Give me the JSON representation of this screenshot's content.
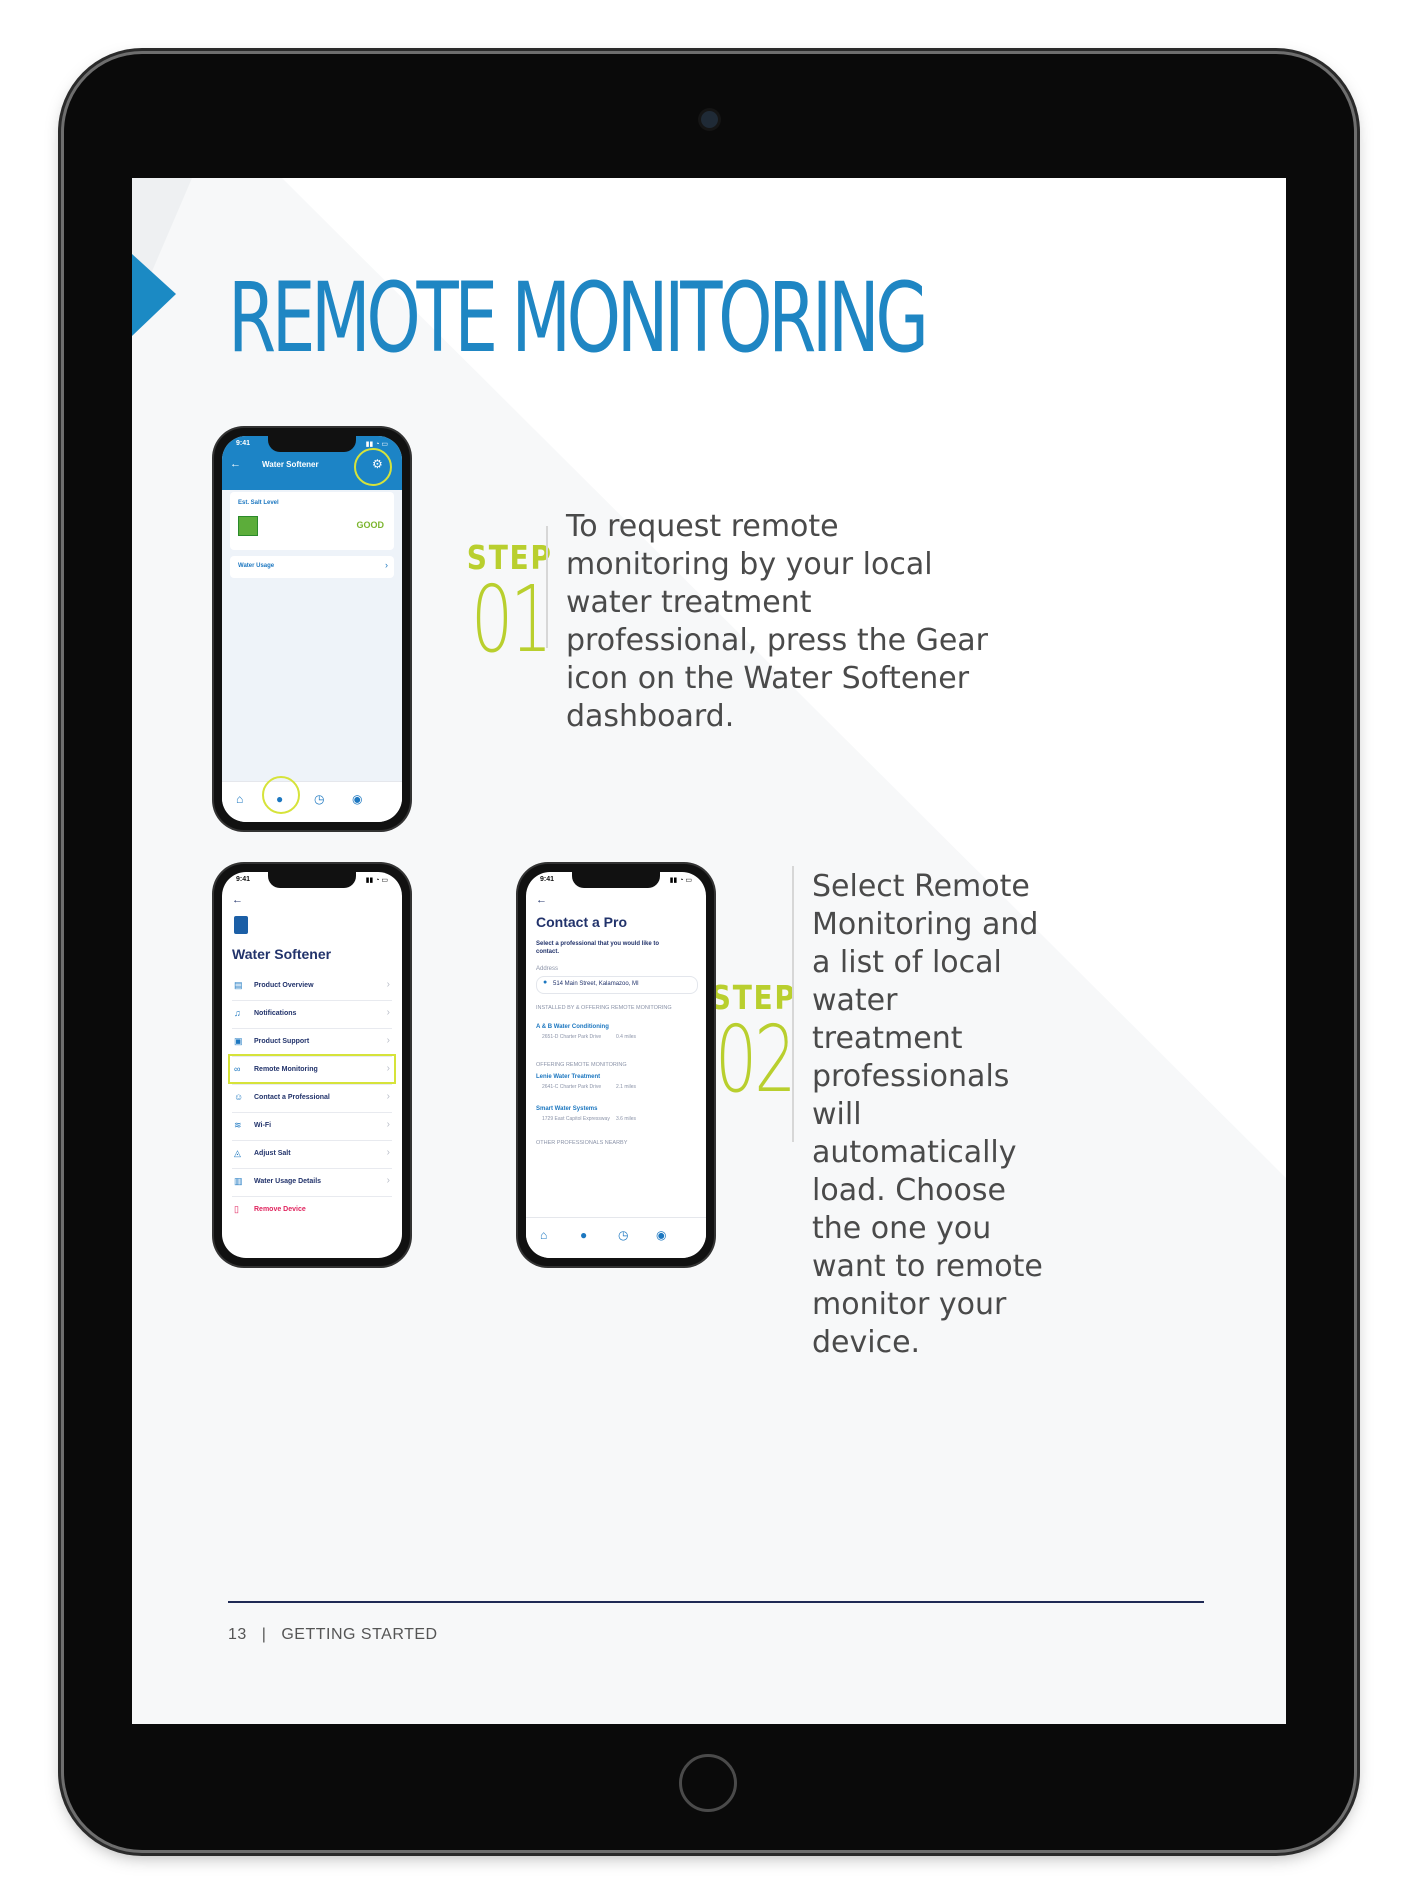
{
  "page": {
    "title": "REMOTE MONITORING",
    "footer_page": "13",
    "footer_sep": "|",
    "footer_section": "GETTING STARTED"
  },
  "steps": [
    {
      "label": "STEP",
      "number": "01",
      "text": "To request remote monitoring by your local water treatment professional, press the Gear icon on the Water Softener dashboard."
    },
    {
      "label": "STEP",
      "number": "02",
      "text": "Select Remote Monitoring and a list of local water treatment professionals will automatically load. Choose the one you want to remote monitor your device."
    }
  ],
  "phone1": {
    "time": "9:41",
    "header_title": "Water Softener",
    "salt_label": "Est. Salt Level",
    "salt_status": "GOOD",
    "usage_label": "Water Usage"
  },
  "phone2": {
    "time": "9:41",
    "title": "Water Softener",
    "menu": [
      {
        "icon": "document-icon",
        "label": "Product Overview"
      },
      {
        "icon": "bell-icon",
        "label": "Notifications"
      },
      {
        "icon": "support-icon",
        "label": "Product Support"
      },
      {
        "icon": "binoculars-icon",
        "label": "Remote Monitoring"
      },
      {
        "icon": "person-icon",
        "label": "Contact a Professional"
      },
      {
        "icon": "wifi-icon",
        "label": "Wi-Fi"
      },
      {
        "icon": "salt-icon",
        "label": "Adjust Salt"
      },
      {
        "icon": "chart-icon",
        "label": "Water Usage Details"
      },
      {
        "icon": "trash-icon",
        "label": "Remove Device"
      }
    ]
  },
  "phone3": {
    "time": "9:41",
    "title": "Contact a Pro",
    "subtitle": "Select a professional that you would like to contact.",
    "address_label": "Address",
    "address_value": "514 Main Street, Kalamazoo, MI",
    "section1": "INSTALLED BY & OFFERING REMOTE MONITORING",
    "pro1_name": "A & B Water Conditioning",
    "pro1_addr": "2651-D Charter Park Drive",
    "pro1_dist": "0.4 miles",
    "section2": "OFFERING REMOTE MONITORING",
    "pro2_name": "Lenie Water Treatment",
    "pro2_addr": "2641-C Charter Park Drive",
    "pro2_dist": "2.1 miles",
    "pro3_name": "Smart Water Systems",
    "pro3_addr": "1729 East Capitol Expressway",
    "pro3_dist": "3.6 miles",
    "section3": "OTHER PROFESSIONALS NEARBY"
  },
  "colors": {
    "title_blue": "#1f86c3",
    "step_green": "#b9cf2e",
    "highlight": "#d6e33a",
    "navy": "#22336b"
  }
}
